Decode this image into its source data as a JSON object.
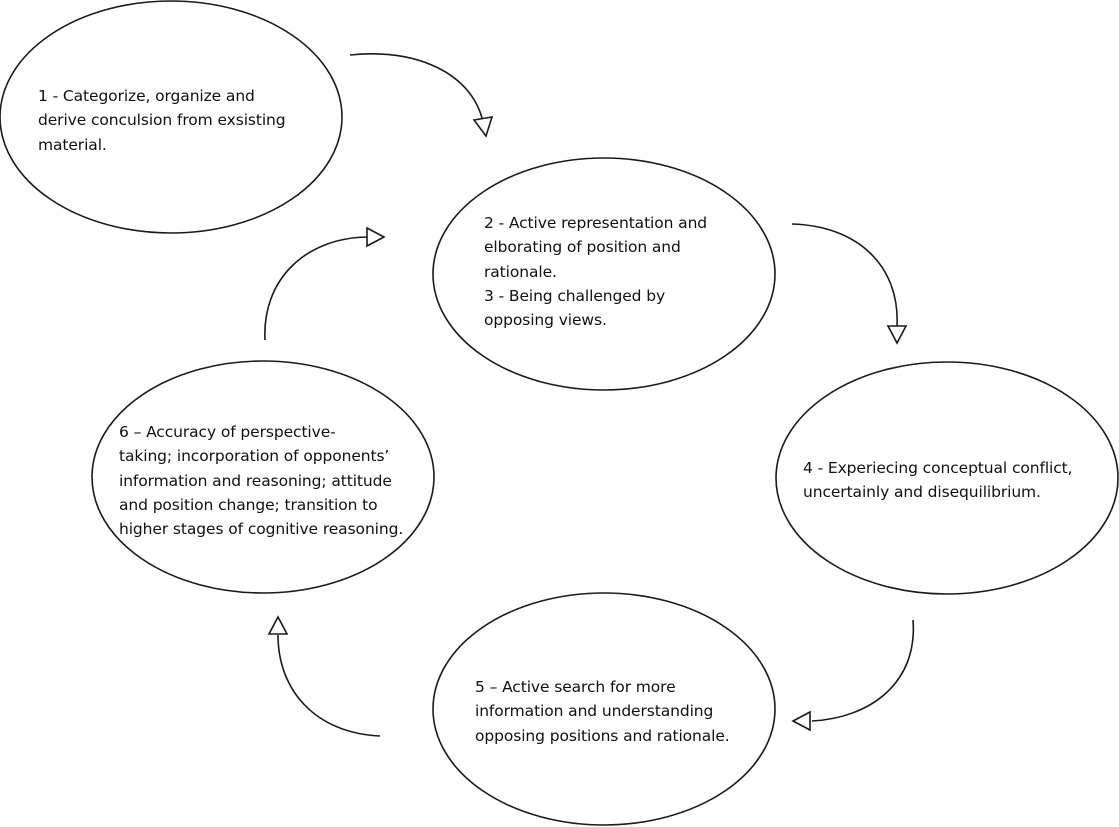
{
  "colors": {
    "stroke": "#1a1a1a",
    "text": "#111111",
    "background": "#ffffff"
  },
  "nodes": [
    {
      "id": "step-1",
      "lines": [
        "1 - Categorize, organize and",
        "derive conculsion from exsisting",
        "material."
      ]
    },
    {
      "id": "step-2-3",
      "lines": [
        "2 - Active representation and",
        "elborating of position and",
        "rationale.",
        "3 - Being challenged by",
        "opposing views."
      ]
    },
    {
      "id": "step-4",
      "lines": [
        "4 - Experiecing conceptual conflict,",
        "uncertainly and disequilibrium."
      ]
    },
    {
      "id": "step-5",
      "lines": [
        "5 – Active search for more",
        "information and understanding",
        "opposing positions and rationale."
      ]
    },
    {
      "id": "step-6",
      "lines": [
        "6 – Accuracy of perspective-",
        "taking; incorporation of opponents’",
        "information and reasoning; attitude",
        "and position change; transition to",
        "higher stages of cognitive reasoning."
      ]
    }
  ],
  "edges": [
    {
      "from": "step-1",
      "to": "step-2-3"
    },
    {
      "from": "step-2-3",
      "to": "step-4"
    },
    {
      "from": "step-4",
      "to": "step-5"
    },
    {
      "from": "step-5",
      "to": "step-6"
    },
    {
      "from": "step-6",
      "to": "step-2-3"
    }
  ]
}
